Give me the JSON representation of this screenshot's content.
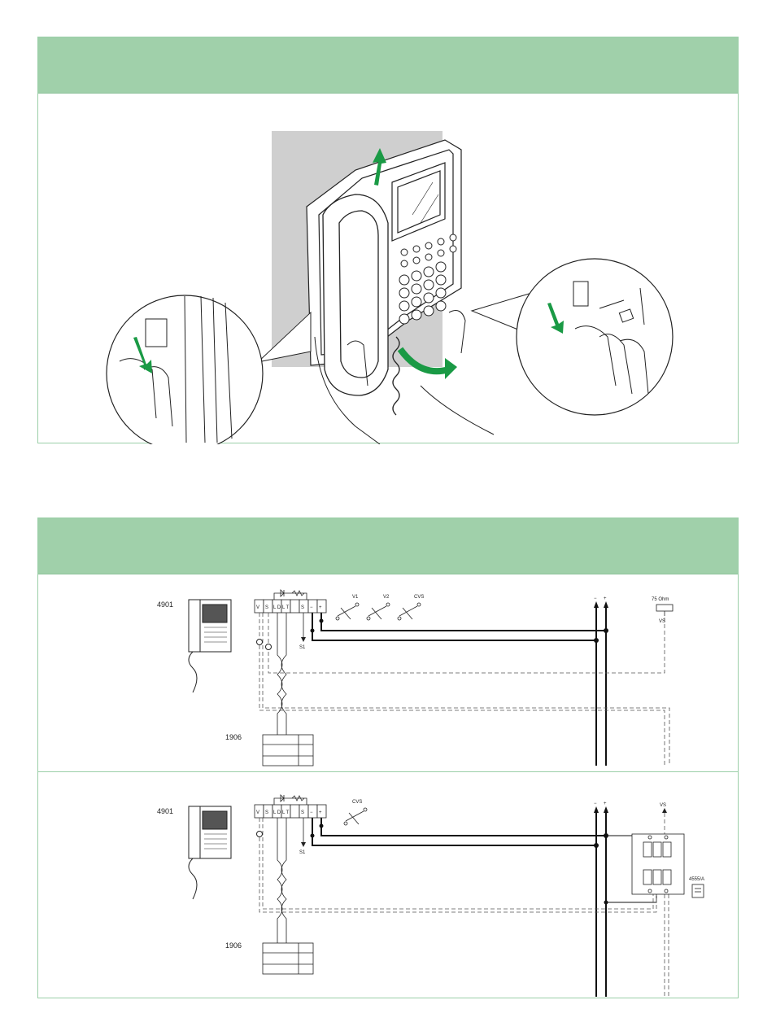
{
  "colors": {
    "header_green": "#a0d0aa",
    "arrow_green": "#1a9a45",
    "wall_gray": "#cfcfcf"
  },
  "icons": [
    "up-arrow-icon",
    "down-arrow-icon",
    "curved-arrow-icon"
  ],
  "diagram1": {
    "monitor_label": "4901",
    "supply_label": "1906",
    "terminals": [
      "V",
      "S",
      "L D",
      "L T",
      "S",
      "−",
      "+"
    ],
    "switch_label": "S1",
    "inputs": [
      "V1",
      "V2",
      "CVS"
    ],
    "bus_polarity": [
      "−",
      "+"
    ],
    "resistor_label": "75 Ohm",
    "vs_label": "VS"
  },
  "diagram2": {
    "monitor_label": "4901",
    "supply_label": "1906",
    "terminals": [
      "V",
      "S",
      "L D",
      "L T",
      "S",
      "−",
      "+"
    ],
    "switch_label": "S1",
    "inputs": [
      "CVS"
    ],
    "bus_polarity": [
      "−",
      "+"
    ],
    "vs_label": "VS",
    "distributor_label": "4555/A"
  }
}
